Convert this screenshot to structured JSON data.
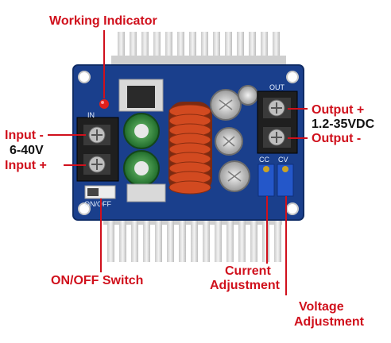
{
  "callouts": {
    "working_indicator": "Working Indicator",
    "input_minus": "Input -",
    "input_voltage": "6-40V",
    "input_plus": "Input +",
    "output_plus": "Output +",
    "output_voltage": "1.2-35VDC",
    "output_minus": "Output -",
    "onoff_switch": "ON/OFF Switch",
    "current_adj_line1": "Current",
    "current_adj_line2": "Adjustment",
    "voltage_adj_line1": "Voltage",
    "voltage_adj_line2": "Adjustment"
  },
  "pcb_silkscreen": {
    "in": "IN",
    "out": "OUT",
    "onoff": "ON/OFF",
    "cc": "CC",
    "cv": "CV"
  },
  "colors": {
    "callout_red": "#d0101c",
    "pcb_blue": "#1a3f8c",
    "heatsink_gray": "#d8d8d8",
    "inductor_copper": "#c0431e",
    "terminal_black": "#222222",
    "pot_blue": "#2457c9"
  }
}
